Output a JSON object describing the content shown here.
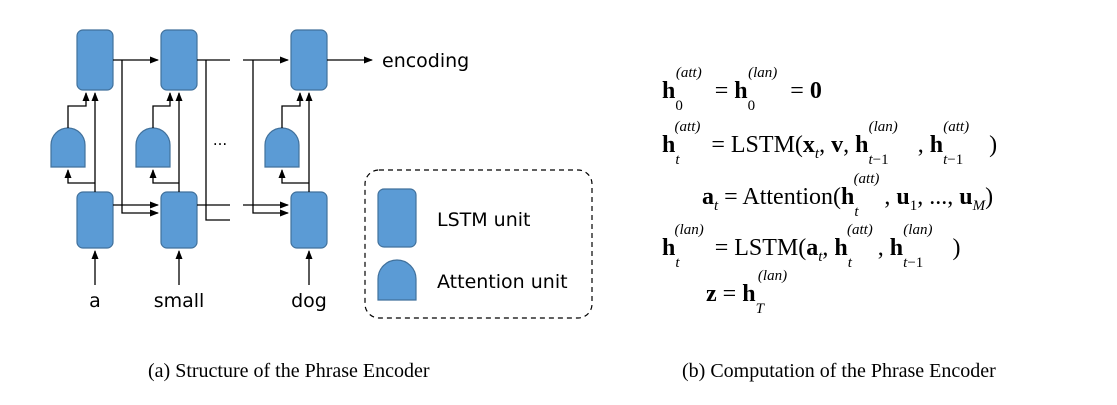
{
  "diagram": {
    "inputs": [
      "a",
      "small",
      "dog"
    ],
    "ellipsis": "...",
    "output_label": "encoding",
    "legend": {
      "lstm_label": "LSTM unit",
      "attention_label": "Attention unit"
    },
    "colors": {
      "unit_fill": "#5b9bd5",
      "unit_stroke": "#41719c",
      "line": "#000000"
    }
  },
  "equations": [
    {
      "lhs": "h_0^(att)",
      "rhs": "= h_0^(lan) = 0"
    },
    {
      "lhs": "h_t^(att)",
      "rhs": "= LSTM(x_t, v, h_{t-1}^(lan), h_{t-1}^(att))"
    },
    {
      "lhs": "a_t",
      "rhs": "= Attention(h_t^(att), u_1, ..., u_M)"
    },
    {
      "lhs": "h_t^(lan)",
      "rhs": "= LSTM(a_t, h_t^(att), h_{t-1}^(lan))"
    },
    {
      "lhs": "z",
      "rhs": "= h_T^(lan)"
    }
  ],
  "captions": {
    "a": "(a) Structure of the Phrase Encoder",
    "b": "(b) Computation of the Phrase Encoder"
  }
}
